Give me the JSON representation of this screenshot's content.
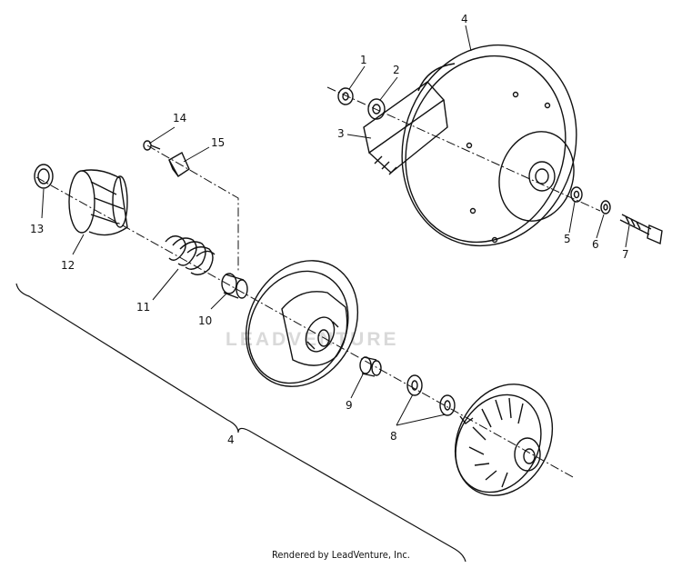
{
  "callouts": {
    "c1": "1",
    "c2": "2",
    "c3": "3",
    "c4_top": "4",
    "c5": "5",
    "c6": "6",
    "c7": "7",
    "c8": "8",
    "c9": "9",
    "c10": "10",
    "c11": "11",
    "c12": "12",
    "c13": "13",
    "c14": "14",
    "c15": "15",
    "c4_bottom": "4"
  },
  "watermark": "LEADVENTURE",
  "footer": "Rendered by LeadVenture, Inc.",
  "colors": {
    "line": "#111111",
    "watermark": "#d9d9d9"
  }
}
